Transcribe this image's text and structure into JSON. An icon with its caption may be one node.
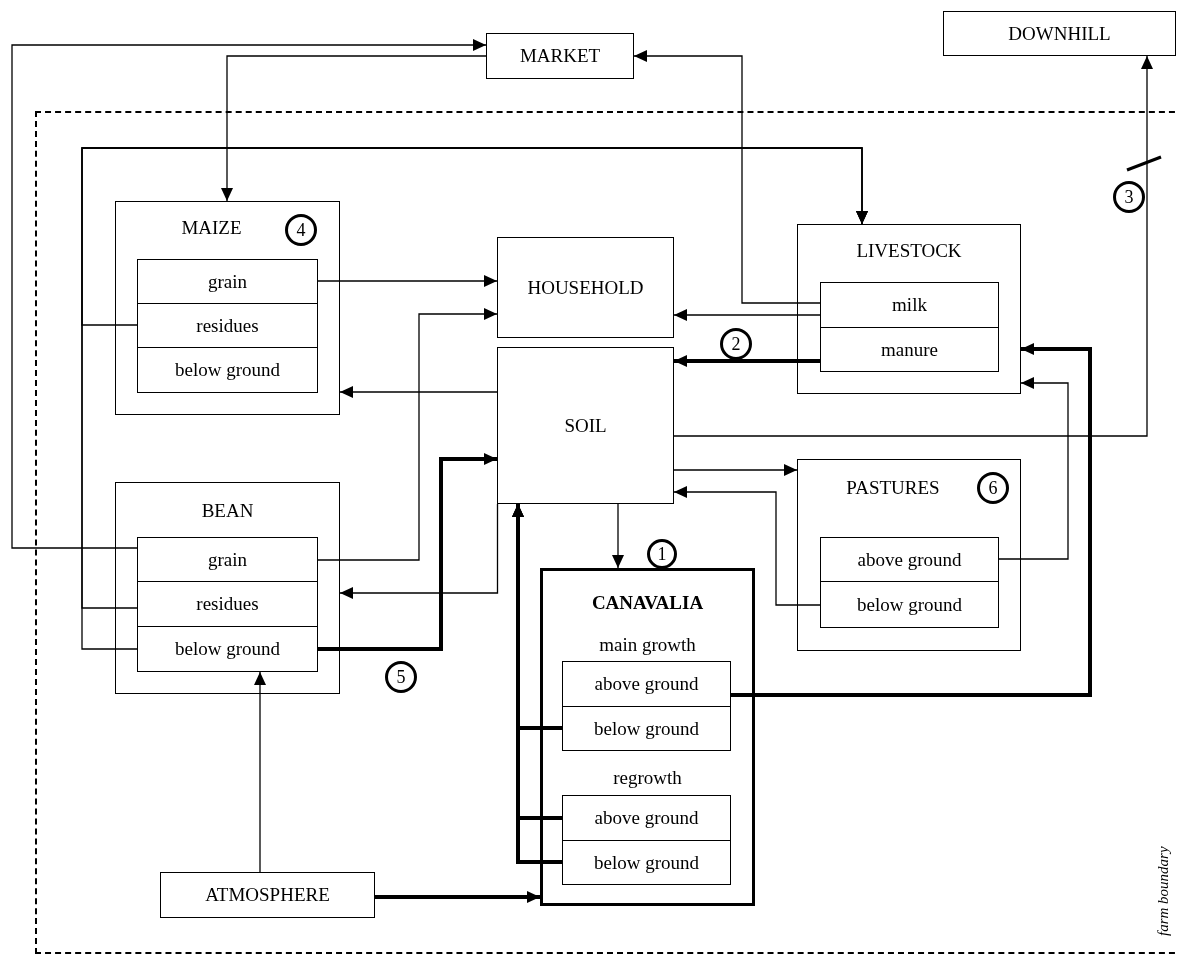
{
  "diagram": {
    "nodes": [
      {
        "text": [
          "MARKET"
        ]
      },
      {
        "text": [
          "DOWNHILL"
        ]
      },
      {
        "text": [
          "farm boundary"
        ]
      },
      {
        "text": [
          "MAIZE"
        ],
        "in": 2
      },
      {
        "text": [
          "4"
        ],
        "in": 3
      },
      {
        "text": [
          "grain"
        ],
        "in": 3
      },
      {
        "text": [
          "residues"
        ],
        "in": 3
      },
      {
        "text": [
          "below ground"
        ],
        "in": 3
      },
      {
        "text": [
          "HOUSEHOLD"
        ],
        "in": 2
      },
      {
        "text": [
          "LIVESTOCK"
        ],
        "in": 2
      },
      {
        "text": [
          "milk"
        ],
        "in": 9
      },
      {
        "text": [
          "manure"
        ],
        "in": 9
      },
      {
        "text": [
          "3"
        ],
        "in": 2
      },
      {
        "text": [
          "2"
        ],
        "in": 2
      },
      {
        "text": [
          "SOIL"
        ],
        "in": 2
      },
      {
        "text": [
          "BEAN"
        ],
        "in": 2
      },
      {
        "text": [
          "grain"
        ],
        "in": 15
      },
      {
        "text": [
          "residues"
        ],
        "in": 15
      },
      {
        "text": [
          "below ground"
        ],
        "in": 15
      },
      {
        "text": [
          "PASTURES"
        ],
        "in": 2
      },
      {
        "text": [
          "6"
        ],
        "in": 19
      },
      {
        "text": [
          "above ground"
        ],
        "in": 19
      },
      {
        "text": [
          "below ground"
        ],
        "in": 19
      },
      {
        "text": [
          "1"
        ],
        "in": 2
      },
      {
        "text": [
          "CANAVALIA",
          "main growth",
          "regrowth"
        ],
        "in": 2
      },
      {
        "text": [
          "above ground"
        ],
        "in": 24
      },
      {
        "text": [
          "below ground"
        ],
        "in": 24
      },
      {
        "text": [
          "above ground"
        ],
        "in": 24
      },
      {
        "text": [
          "below ground"
        ],
        "in": 24
      },
      {
        "text": [
          "5"
        ],
        "in": 2
      },
      {
        "text": [
          "ATMOSPHERE"
        ],
        "in": 2
      }
    ],
    "edges": [
      {
        "from": 16,
        "to": 0,
        "arrow": "to"
      },
      {
        "from": 0,
        "to": 3,
        "arrow": "to"
      },
      {
        "from": 10,
        "to": 0,
        "arrow": "to"
      },
      {
        "from": 10,
        "to": 8,
        "arrow": "to"
      },
      {
        "from": 11,
        "to": 14,
        "arrow": "to",
        "style": "thick"
      },
      {
        "from": 6,
        "to": 9,
        "arrow": "to"
      },
      {
        "from": 17,
        "to": 9,
        "arrow": "to"
      },
      {
        "from": 18,
        "to": 9,
        "arrow": "to"
      },
      {
        "from": 5,
        "to": 8,
        "arrow": "to"
      },
      {
        "from": 16,
        "to": 8,
        "arrow": "to"
      },
      {
        "from": 14,
        "to": 3,
        "arrow": "to"
      },
      {
        "from": 14,
        "to": 15,
        "arrow": "to"
      },
      {
        "from": 18,
        "to": 14,
        "arrow": "to",
        "style": "thick"
      },
      {
        "from": 14,
        "to": 24,
        "arrow": "to"
      },
      {
        "from": 14,
        "to": 19,
        "arrow": "to"
      },
      {
        "from": 22,
        "to": 14,
        "arrow": "to"
      },
      {
        "from": 21,
        "to": 9,
        "arrow": "to"
      },
      {
        "from": 25,
        "to": 9,
        "arrow": "to",
        "style": "thick"
      },
      {
        "from": 14,
        "to": 1,
        "arrow": "to"
      },
      {
        "from": 26,
        "to": 14,
        "arrow": "to",
        "style": "thick"
      },
      {
        "from": 27,
        "to": 14,
        "arrow": "to",
        "style": "thick"
      },
      {
        "from": 28,
        "to": 14,
        "arrow": "to",
        "style": "thick"
      },
      {
        "from": 30,
        "to": 18,
        "arrow": "to"
      },
      {
        "from": 30,
        "to": 24,
        "arrow": "to",
        "style": "thick"
      }
    ]
  }
}
